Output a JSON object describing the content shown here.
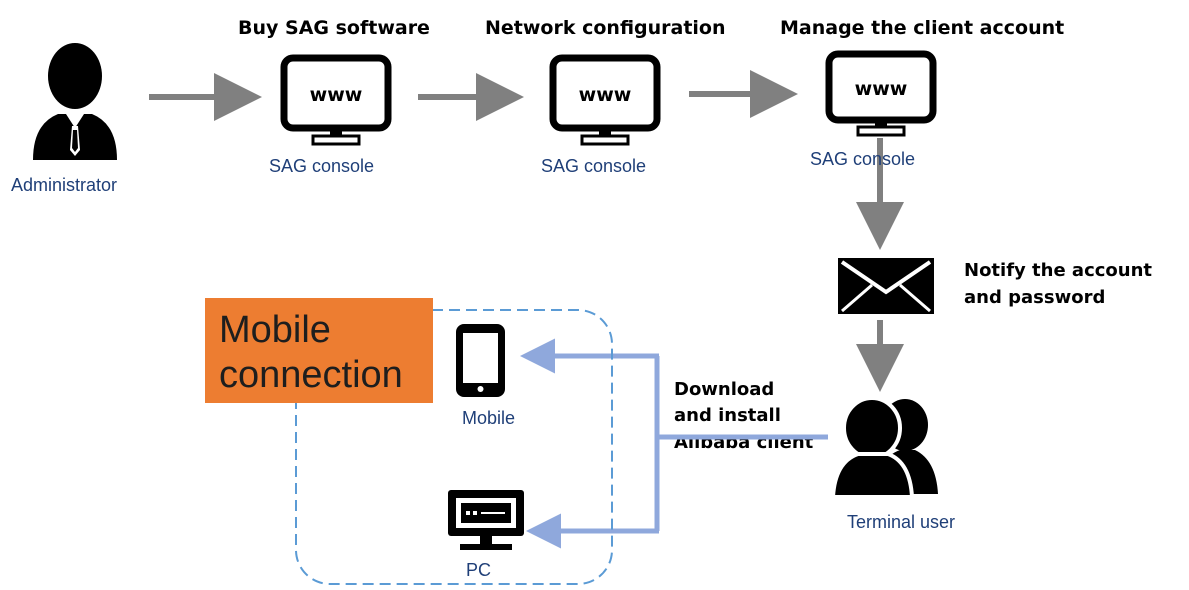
{
  "actor": {
    "label": "Administrator"
  },
  "steps": [
    {
      "title": "Buy SAG software",
      "console_label": "SAG console",
      "screen_text": "www"
    },
    {
      "title": "Network configuration",
      "console_label": "SAG console",
      "screen_text": "www"
    },
    {
      "title": "Manage the client account",
      "console_label": "SAG console",
      "screen_text": "www"
    }
  ],
  "notify": {
    "line1": "Notify the account",
    "line2": "and password"
  },
  "terminal_user": {
    "label": "Terminal user"
  },
  "download": {
    "line1": "Download",
    "line2": "and install",
    "line3": "Alibaba client"
  },
  "group": {
    "title_line1": "Mobile",
    "title_line2": "connection",
    "devices": [
      {
        "label": "Mobile"
      },
      {
        "label": "PC"
      }
    ]
  },
  "colors": {
    "arrow_gray": "#808080",
    "arrow_blue": "#8fa8dc",
    "group_border": "#5b9bd5",
    "group_title_bg": "#ed7d31",
    "label_blue": "#1f3f78"
  }
}
